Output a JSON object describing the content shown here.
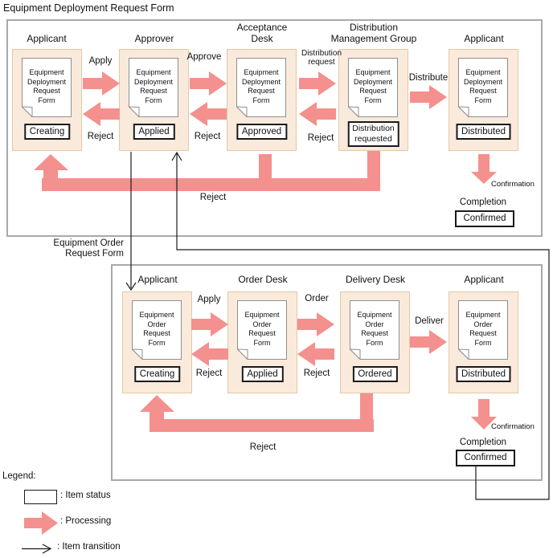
{
  "colors": {
    "processing_pink": "#f4908d",
    "panel_fill": "#faeadb",
    "panel_border": "#e3c9a6",
    "workflow_box_border": "#a9a9a9",
    "document_border": "#8f8f8f",
    "text": "#111111"
  },
  "workflow1": {
    "title": "Equipment Deployment Request Form",
    "stations": [
      {
        "header": "Applicant",
        "doc": "Equipment\nDeployment\nRequest\nForm",
        "status": "Creating"
      },
      {
        "header": "Approver",
        "doc": "Equipment\nDeployment\nRequest\nForm",
        "status": "Applied"
      },
      {
        "header": "Acceptance\nDesk",
        "doc": "Equipment\nDeployment\nRequest\nForm",
        "status": "Approved"
      },
      {
        "header": "Distribution\nManagement Group",
        "doc": "Equipment\nDeployment\nRequest\nForm",
        "status": "Distribution\nrequested"
      },
      {
        "header": "Applicant",
        "doc": "Equipment\nDeployment\nRequest\nForm",
        "status": "Distributed"
      }
    ],
    "labels": {
      "apply": "Apply",
      "reject_apply": "Reject",
      "approve": "Approve",
      "reject_approve": "Reject",
      "distribution_request": "Distribution\nrequest",
      "reject_distribution": "Reject",
      "distribute": "Distribute",
      "reject_main": "Reject",
      "confirmation": "Confirmation",
      "completion": "Completion",
      "confirmed": "Confirmed"
    }
  },
  "workflow2": {
    "title": "Equipment Order\nRequest Form",
    "stations": [
      {
        "header": "Applicant",
        "doc": "Equipment\nOrder\nRequest\nForm",
        "status": "Creating"
      },
      {
        "header": "Order Desk",
        "doc": "Equipment\nOrder\nRequest\nForm",
        "status": "Applied"
      },
      {
        "header": "Delivery Desk",
        "doc": "Equipment\nOrder\nRequest\nForm",
        "status": "Ordered"
      },
      {
        "header": "Applicant",
        "doc": "Equipment\nOrder\nRequest\nForm",
        "status": "Distributed"
      }
    ],
    "labels": {
      "apply": "Apply",
      "reject_apply": "Reject",
      "order": "Order",
      "reject_order": "Reject",
      "deliver": "Deliver",
      "reject_main": "Reject",
      "confirmation": "Confirmation",
      "completion": "Completion",
      "confirmed": "Confirmed"
    }
  },
  "legend": {
    "title": "Legend:",
    "item_status": ": Item status",
    "processing": ": Processing",
    "item_transition": ": Item transition"
  }
}
